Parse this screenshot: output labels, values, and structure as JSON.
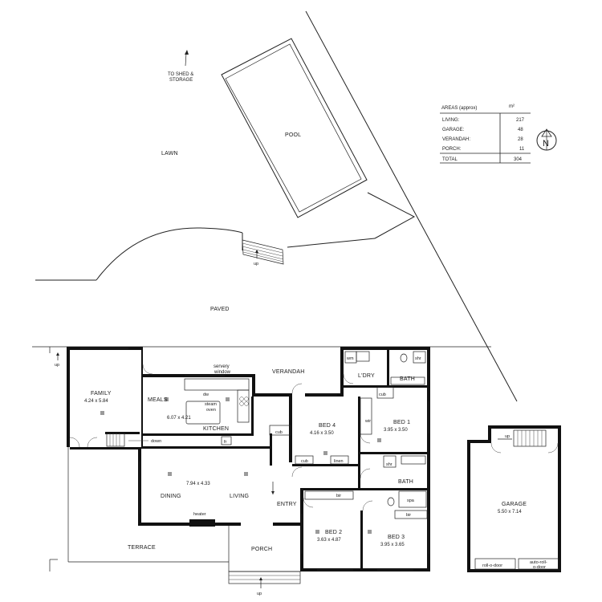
{
  "site": {
    "shed_note_line1": "TO SHED &",
    "shed_note_line2": "STORAGE",
    "lawn": "LAWN",
    "pool": "POOL",
    "paved": "PAVED",
    "up": "up"
  },
  "areas": {
    "title": "AREAS (approx)",
    "unit": "m²",
    "rows": [
      {
        "label": "LIVING:",
        "value": "217"
      },
      {
        "label": "GARAGE:",
        "value": "48"
      },
      {
        "label": "VERANDAH:",
        "value": "28"
      },
      {
        "label": "PORCH:",
        "value": "11"
      }
    ],
    "total_label": "TOTAL",
    "total_value": "304"
  },
  "north": "N",
  "rooms": {
    "family_name": "FAMILY",
    "family_size": "4.24 x 5.84",
    "meals": "MEALS",
    "servery_line1": "servery",
    "servery_line2": "window",
    "kitchen_size": "6.07 x 4.21",
    "kitchen": "KITCHEN",
    "dw": "dw",
    "steam_line1": "steam",
    "steam_line2": "oven",
    "fr": "fr",
    "verandah": "VERANDAH",
    "wm": "wm",
    "ldry": "L'DRY",
    "cub": "cub",
    "bath": "BATH",
    "shr": "shr",
    "bed4_name": "BED 4",
    "bed4_size": "4.16 x 3.50",
    "bed1_name": "BED 1",
    "bed1_size": "3.95 x 3.50",
    "wir": "wir",
    "linen": "linen",
    "down": "down",
    "dining_size": "7.94 x 4.33",
    "dining": "DINING",
    "living": "LIVING",
    "heater": "heater",
    "entry": "ENTRY",
    "bir": "bir",
    "spa": "spa",
    "bed2_name": "BED 2",
    "bed2_size": "3.63 x 4.87",
    "bed3_name": "BED 3",
    "bed3_size": "3.95 x 3.65",
    "terrace": "TERRACE",
    "porch": "PORCH"
  },
  "garage": {
    "name": "GARAGE",
    "size": "5.50 x 7.14",
    "door1": "roll-o-door",
    "door2_line1": "auto-roll-",
    "door2_line2": "o-door",
    "up": "up"
  }
}
